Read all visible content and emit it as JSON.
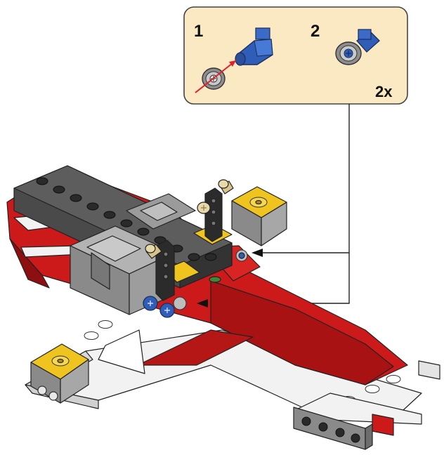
{
  "callout": {
    "step_1": "1",
    "step_2": "2",
    "quantity": "2x"
  },
  "colors": {
    "callout_fill": "#fbe9c4",
    "model_red": "#cc1a1a",
    "model_dark_gray": "#4a4a4a",
    "model_light_gray": "#9b9b9b",
    "model_white": "#f2f2f2",
    "model_yellow": "#f0c41e",
    "pin_blue": "#2f5db8",
    "pin_tan": "#d8c48a",
    "arrow_red": "#e0202a"
  }
}
